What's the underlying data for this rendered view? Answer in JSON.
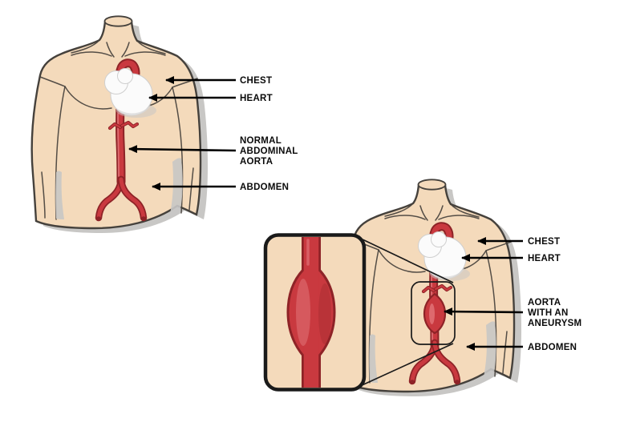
{
  "title": "Aortic aneurysm medical diagram",
  "colors": {
    "background": "#FFFFFF",
    "skin": "#F4DABB",
    "skin_outline": "#45413C",
    "shadow": "#C8C7C5",
    "artery": "#C9393F",
    "artery_dark": "#8E2327",
    "artery_light": "#E47A7E",
    "heart": "#FBFBFB",
    "heart_shade": "#D9D9D9",
    "label": "#0A0A0A",
    "line": "#1A1A1A",
    "annotation": "#000000"
  },
  "figures": {
    "normal": {
      "name": "torso with normal abdominal aorta",
      "labels": {
        "chest": "CHEST",
        "heart": "HEART",
        "aorta_line1": "NORMAL",
        "aorta_line2": "ABDOMINAL",
        "aorta_line3": "AORTA",
        "abdomen": "ABDOMEN"
      }
    },
    "aneurysm": {
      "name": "torso with abdominal aortic aneurysm and magnified inset",
      "labels": {
        "chest": "CHEST",
        "heart": "HEART",
        "aorta_line1": "AORTA",
        "aorta_line2": "WITH AN",
        "aorta_line3": "ANEURYSM",
        "abdomen": "ABDOMEN"
      }
    }
  }
}
